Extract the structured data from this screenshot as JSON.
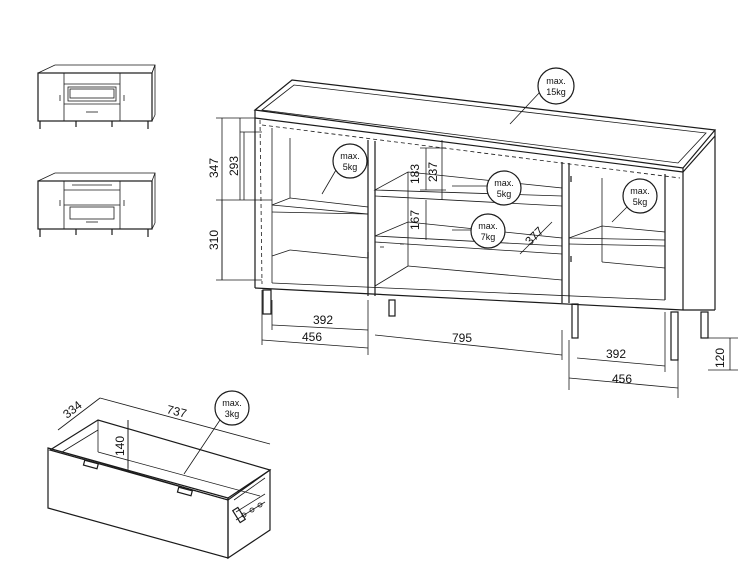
{
  "dimensions": {
    "height_total": "347",
    "height_top_shelf": "293",
    "height_bottom": "310",
    "side_inner_width": "392",
    "side_outer_width": "456",
    "center_width": "795",
    "right_inner_width": "392",
    "right_outer_width": "456",
    "leg_height": "120",
    "center_upper_gap": "183",
    "center_upper_total": "237",
    "center_lower_gap": "167",
    "center_depth": "377",
    "drawer_depth": "334",
    "drawer_width": "737",
    "drawer_height": "140"
  },
  "loads": {
    "top": [
      "max.",
      "15kg"
    ],
    "left_shelf": [
      "max.",
      "5kg"
    ],
    "center_upper": [
      "max.",
      "5kg"
    ],
    "center_lower": [
      "max.",
      "7kg"
    ],
    "right_shelf": [
      "max.",
      "5kg"
    ],
    "drawer": [
      "max.",
      "3kg"
    ]
  }
}
